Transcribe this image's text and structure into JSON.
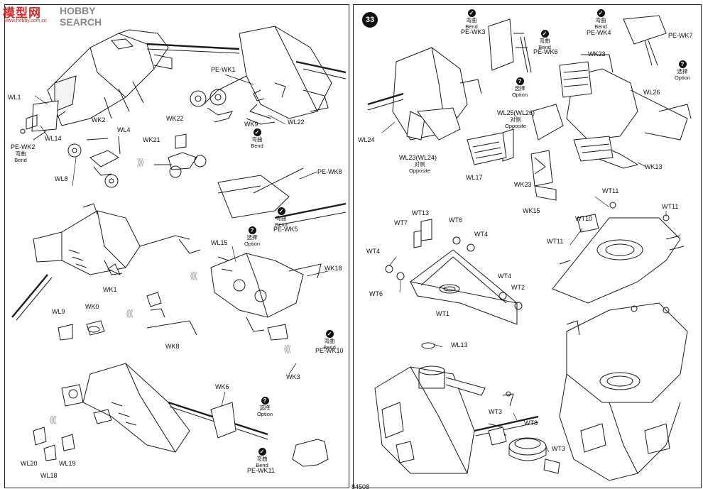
{
  "watermark": {
    "cn": "模型网",
    "en": "HOBBY SEARCH",
    "url": "www.hobby.com.cn"
  },
  "left_panel": {
    "parts": {
      "wl1": "WL1",
      "wl14": "WL14",
      "pe_wk2": "PE-WK2",
      "wk2": "WK2",
      "wl4": "WL4",
      "wl8": "WL8",
      "pe_wk1": "PE-WK1",
      "wk22": "WK22",
      "wk21": "WK21",
      "wk9": "WK9",
      "wl22": "WL22",
      "pe_wk8": "PE-WK8",
      "pe_wk5": "PE-WK5",
      "wl15": "WL15",
      "wk18": "WK18",
      "wk1": "WK1",
      "wl9": "WL9",
      "wk0": "WK0",
      "wk8": "WK8",
      "pe_wk10": "PE-WK10",
      "wk3": "WK3",
      "wk6": "WK6",
      "pe_wk11": "PE-WK11",
      "wl20": "WL20",
      "wl19": "WL19",
      "wl18": "WL18"
    },
    "notes": {
      "bend_pe_wk2": {
        "zh": "弯曲",
        "en": "Bend"
      },
      "bend_wk9": {
        "zh": "弯曲",
        "en": "Bend"
      },
      "bend_pe_wk5": {
        "zh": "弯曲",
        "en": "Bend"
      },
      "option_wl15": {
        "zh": "选择",
        "en": "Option"
      },
      "bend_pe_wk10": {
        "zh": "弯曲",
        "en": "Bend"
      },
      "option_wk6": {
        "zh": "选择",
        "en": "Option"
      },
      "bend_pe_wk11": {
        "zh": "弯曲",
        "en": "Bend"
      }
    }
  },
  "right_panel": {
    "step_number": "33",
    "parts": {
      "pe_wk3": "PE-WK3",
      "pe_wk6": "PE-WK6",
      "pe_wk4": "PE-WK4",
      "pe_wk7": "PE-WK7",
      "wk23_top": "WK23",
      "wl26": "WL26",
      "wl25": "WL25(WL26)",
      "wl24": "WL24",
      "wl23": "WL23(WL24)",
      "wl17": "WL17",
      "wk13": "WK13",
      "wk23_mid": "WK23",
      "wk15": "WK15",
      "wt13": "WT13",
      "wt7": "WT7",
      "wt6_a": "WT6",
      "wt4_a": "WT4",
      "wt4_b": "WT4",
      "wt6_b": "WT6",
      "wt4_c": "WT4",
      "wt2": "WT2",
      "wt1": "WT1",
      "wt11_a": "WT11",
      "wt10": "WT10",
      "wt11_b": "WT11",
      "wt11_c": "WT11",
      "wl13": "WL13",
      "wt3_a": "WT3",
      "wt8": "WT8",
      "wt3_b": "WT3"
    },
    "notes": {
      "bend_pe_wk3": {
        "zh": "弯曲",
        "en": "Bend"
      },
      "bend_pe_wk6": {
        "zh": "弯曲",
        "en": "Bend"
      },
      "bend_pe_wk4": {
        "zh": "弯曲",
        "en": "Bend"
      },
      "option_wk23": {
        "zh": "选择",
        "en": "Option"
      },
      "option_wl25": {
        "zh": "选择",
        "en": "Option"
      },
      "opposite_wl25": {
        "zh": "对侧",
        "en": "Opposite"
      },
      "opposite_wl23": {
        "zh": "对侧",
        "en": "Opposite"
      }
    }
  },
  "footer": {
    "page_code": "84508"
  },
  "colors": {
    "line": "#1a1a1a",
    "watermark_red": "#d52a2a",
    "arrow_gray": "#aaaaaa"
  }
}
